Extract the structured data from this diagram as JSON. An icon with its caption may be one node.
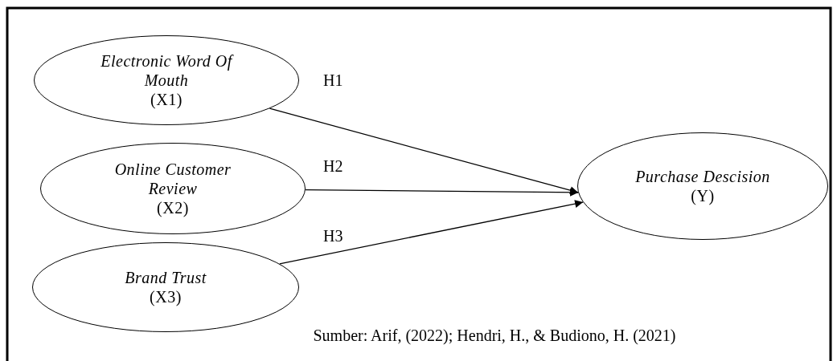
{
  "diagram": {
    "caption": "Sumber: Arif, (2022); Hendri, H., & Budiono, H. (2021)",
    "nodes": [
      {
        "text": [
          "Electronic Word Of Mouth",
          "(X1)"
        ]
      },
      {
        "text": [
          "Online Customer Review",
          "(X2)"
        ]
      },
      {
        "text": [
          "Brand Trust",
          "(X3)"
        ]
      },
      {
        "text": [
          "Purchase Descision",
          "(Y)"
        ]
      }
    ],
    "edges": [
      {
        "from": 0,
        "to": 3,
        "arrow": "to",
        "label": "H1"
      },
      {
        "from": 1,
        "to": 3,
        "arrow": "to",
        "label": "H2"
      },
      {
        "from": 2,
        "to": 3,
        "arrow": "to",
        "label": "H3"
      }
    ]
  }
}
